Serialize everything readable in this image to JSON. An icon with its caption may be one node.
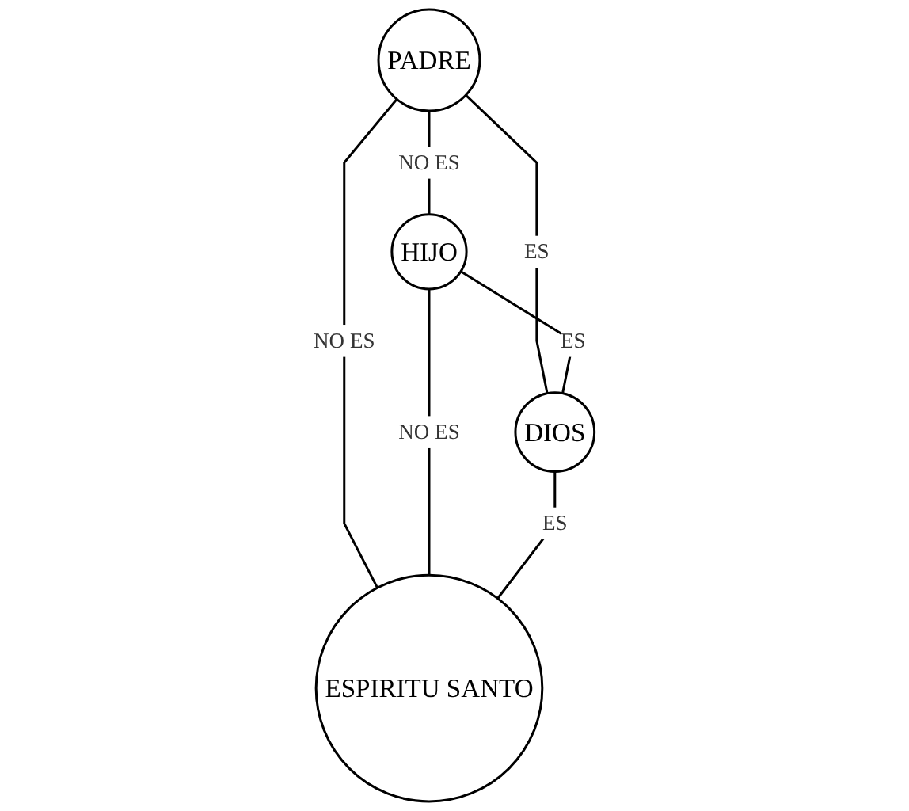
{
  "diagram": {
    "nodes": [
      {
        "text": [
          "PADRE"
        ]
      },
      {
        "text": [
          "HIJO"
        ]
      },
      {
        "text": [
          "DIOS"
        ]
      },
      {
        "text": [
          "ESPIRITU SANTO"
        ]
      }
    ],
    "edges": [
      {
        "from": 0,
        "to": 1,
        "arrow": "none",
        "label": "NO ES"
      },
      {
        "from": 0,
        "to": 2,
        "arrow": "none",
        "label": "ES"
      },
      {
        "from": 1,
        "to": 2,
        "arrow": "none",
        "label": "ES"
      },
      {
        "from": 0,
        "to": 3,
        "arrow": "none",
        "label": "NO ES"
      },
      {
        "from": 1,
        "to": 3,
        "arrow": "none",
        "label": "NO ES"
      },
      {
        "from": 2,
        "to": 3,
        "arrow": "none",
        "label": "ES"
      }
    ]
  }
}
